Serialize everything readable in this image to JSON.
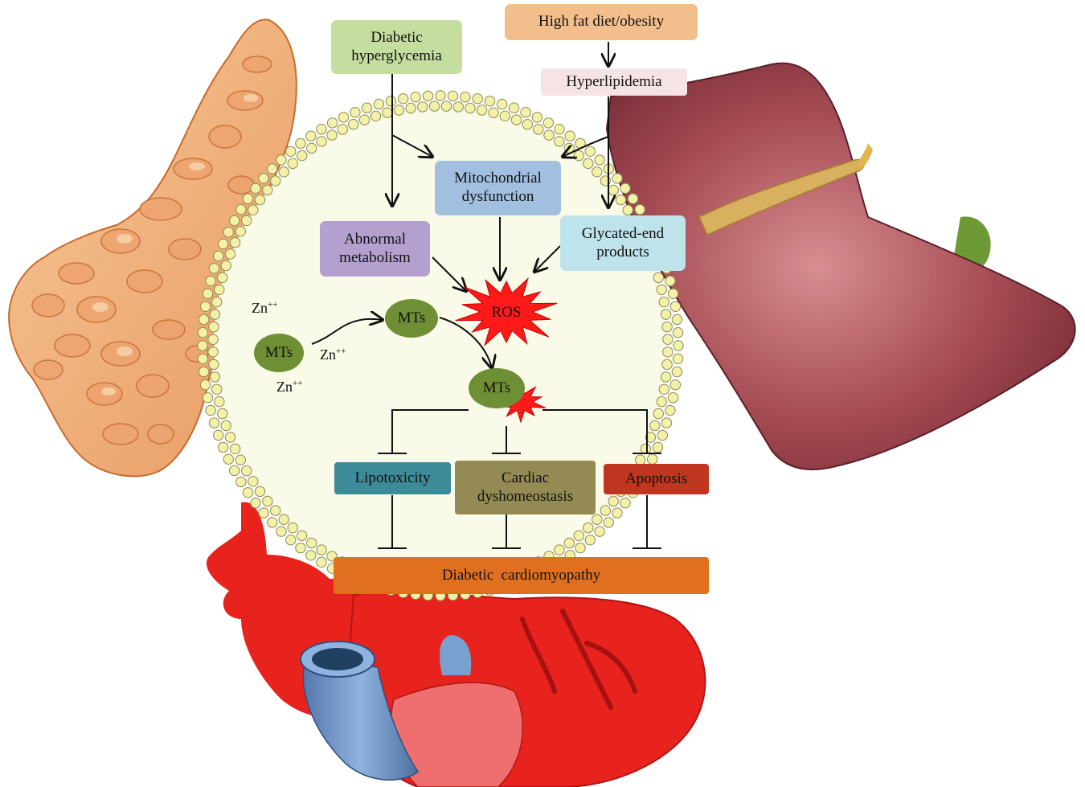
{
  "inputs": {
    "diabetic_hyperglycemia": [
      "Diabetic",
      "hyperglycemia"
    ],
    "high_fat_diet": "High fat diet/obesity",
    "hyperlipidemia": "Hyperlipidemia"
  },
  "mechanisms": {
    "mitochondrial": [
      "Mitochondrial",
      "dysfunction"
    ],
    "abnormal_metabolism": [
      "Abnormal",
      "metabolism"
    ],
    "glycated": [
      "Glycated-end",
      "products"
    ]
  },
  "ros": "ROS",
  "mts_label": "MTs",
  "zn_label": "Zn",
  "zn_charge": "++",
  "outcomes": {
    "lipotoxicity": "Lipotoxicity",
    "cardiac": [
      "Cardiac",
      "dyshomeostasis"
    ],
    "apoptosis": "Apoptosis"
  },
  "result": "Diabetic  cardiomyopathy",
  "colors": {
    "diabetic_box": "#c5dea0",
    "highfat_box": "#f2bf8c",
    "hyperlipidemia_box": "#f6e4e4",
    "mito_box": "#a3bfe0",
    "abnormal_box": "#b3a0cf",
    "glycated_box": "#bfe3ea",
    "mts": "#6f8f35",
    "ros": "#ff1a1a",
    "lipotoxicity_box": "#3d8a99",
    "cardiac_box": "#948a53",
    "apoptosis_box": "#c0351f",
    "cardiomyopathy_box": "#e07020",
    "cell": "#fafae8",
    "membrane_bead": "#f3f1a8",
    "pancreas": "#f0b480",
    "liver": "#9a4a50",
    "heart": "#e8231d"
  }
}
